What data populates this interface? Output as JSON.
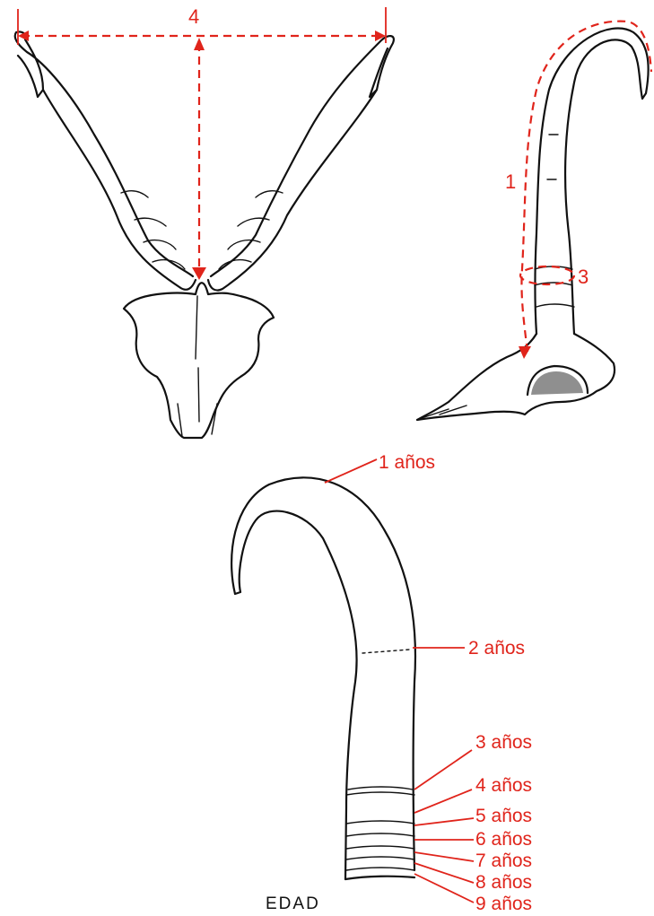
{
  "measure_labels": {
    "tip_span": "4",
    "length": "1",
    "basal_girth": "3"
  },
  "age_labels": [
    "1 años",
    "2 años",
    "3 años",
    "4 años",
    "5 años",
    "6 años",
    "7 años",
    "8 años",
    "9 años"
  ],
  "caption": "EDAD",
  "colors": {
    "accent": "#e0241b",
    "ink": "#111111"
  }
}
